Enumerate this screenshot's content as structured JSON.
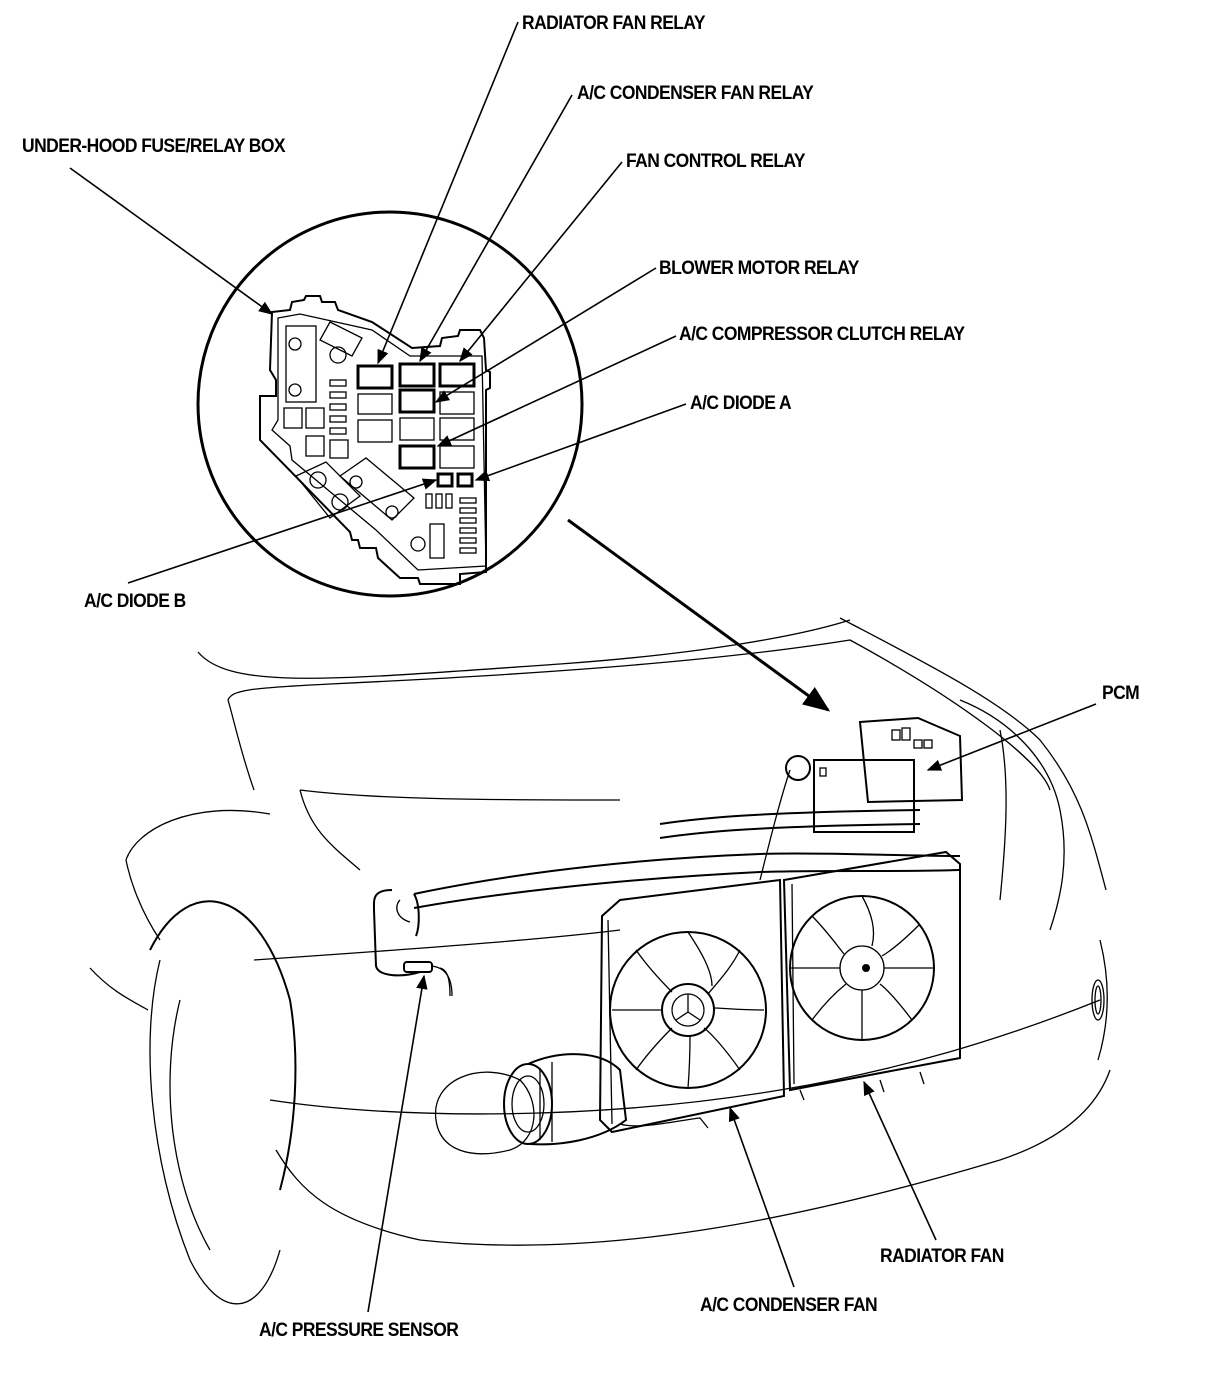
{
  "diagram": {
    "title": "Radiator Fan / A/C Component Location",
    "callouts": {
      "radiator_fan_relay": "RADIATOR FAN RELAY",
      "ac_condenser_fan_relay": "A/C CONDENSER FAN RELAY",
      "under_hood_box": "UNDER-HOOD FUSE/RELAY BOX",
      "fan_control_relay": "FAN CONTROL RELAY",
      "blower_motor_relay": "BLOWER MOTOR RELAY",
      "ac_compressor_clutch_relay": "A/C COMPRESSOR CLUTCH RELAY",
      "ac_diode_a": "A/C DIODE A",
      "ac_diode_b": "A/C DIODE B",
      "pcm": "PCM",
      "radiator_fan": "RADIATOR FAN",
      "ac_condenser_fan": "A/C CONDENSER FAN",
      "ac_pressure_sensor": "A/C PRESSURE SENSOR"
    },
    "colors": {
      "ink": "#000000",
      "paper": "#ffffff"
    }
  }
}
